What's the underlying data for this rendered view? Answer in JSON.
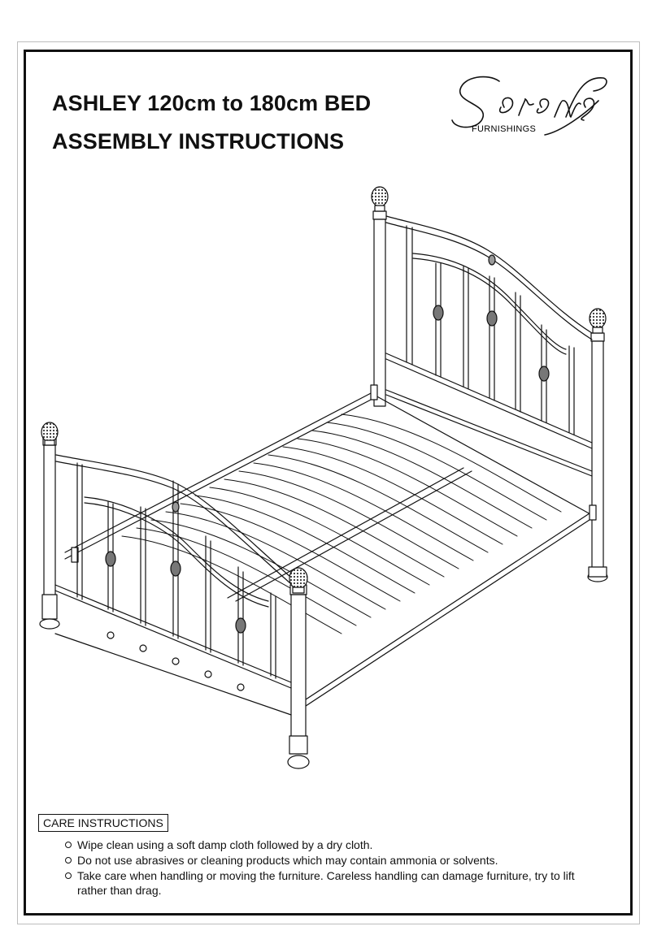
{
  "document": {
    "title_line1": "ASHLEY 120cm to 180cm BED",
    "title_line2": "ASSEMBLY INSTRUCTIONS"
  },
  "logo": {
    "script_text": "Serene",
    "subtext": "FURNISHINGS"
  },
  "illustration": {
    "icon": "metal-bed-frame-line-drawing"
  },
  "care": {
    "heading": "CARE INSTRUCTIONS",
    "items": [
      "Wipe clean using a soft damp cloth followed by a dry cloth.",
      "Do not use abrasives or cleaning products which may contain ammonia or solvents.",
      "Take care when handling or moving the furniture. Careless handling can damage furniture, try to lift rather than drag."
    ]
  }
}
